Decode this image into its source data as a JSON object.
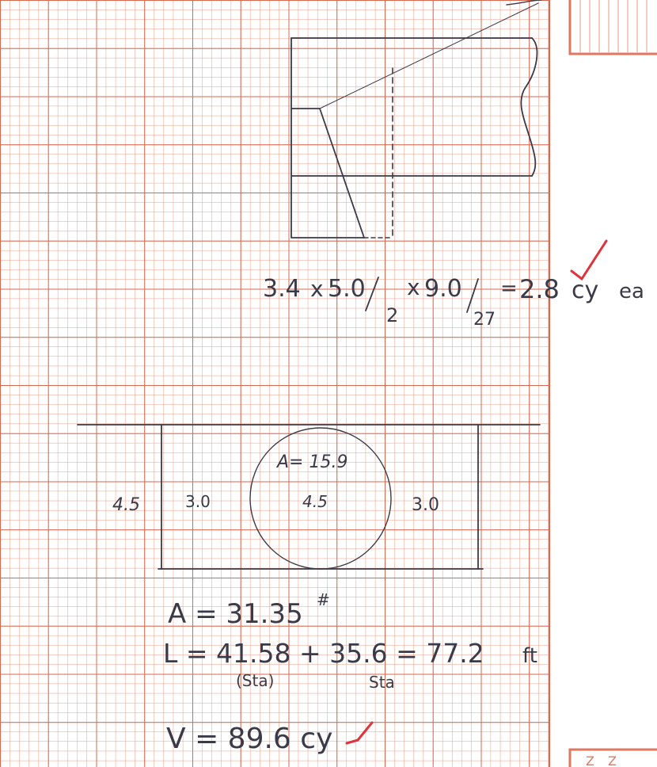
{
  "sheet": {
    "grid_color": "#e2775f",
    "ink_color": "#3a3a48",
    "check_color": "#e0343c"
  },
  "sketch1": {
    "calc": {
      "dim1": "3.4",
      "mult1": "x",
      "dim2": "5.0",
      "div1": "2",
      "mult2": "x",
      "dim3": "9.0",
      "div2": "27",
      "equals": "=",
      "result": "2.8",
      "unit": "cy",
      "suffix": "ea"
    }
  },
  "sketch2": {
    "circle_area": "A= 15.9",
    "height_label": "4.5",
    "left_width": "3.0",
    "circle_diameter": "4.5",
    "right_width": "3.0"
  },
  "results": {
    "area_line": "A = 31.35",
    "area_unit": "#",
    "length_line": "L = 41.58 + 35.6 = 77.2",
    "length_unit": "ft",
    "sta_left": "(Sta)",
    "sta_right": "Sta",
    "volume_line": "V = 89.6 cy"
  },
  "margin": {
    "bottom_stamp": "Z Z"
  }
}
